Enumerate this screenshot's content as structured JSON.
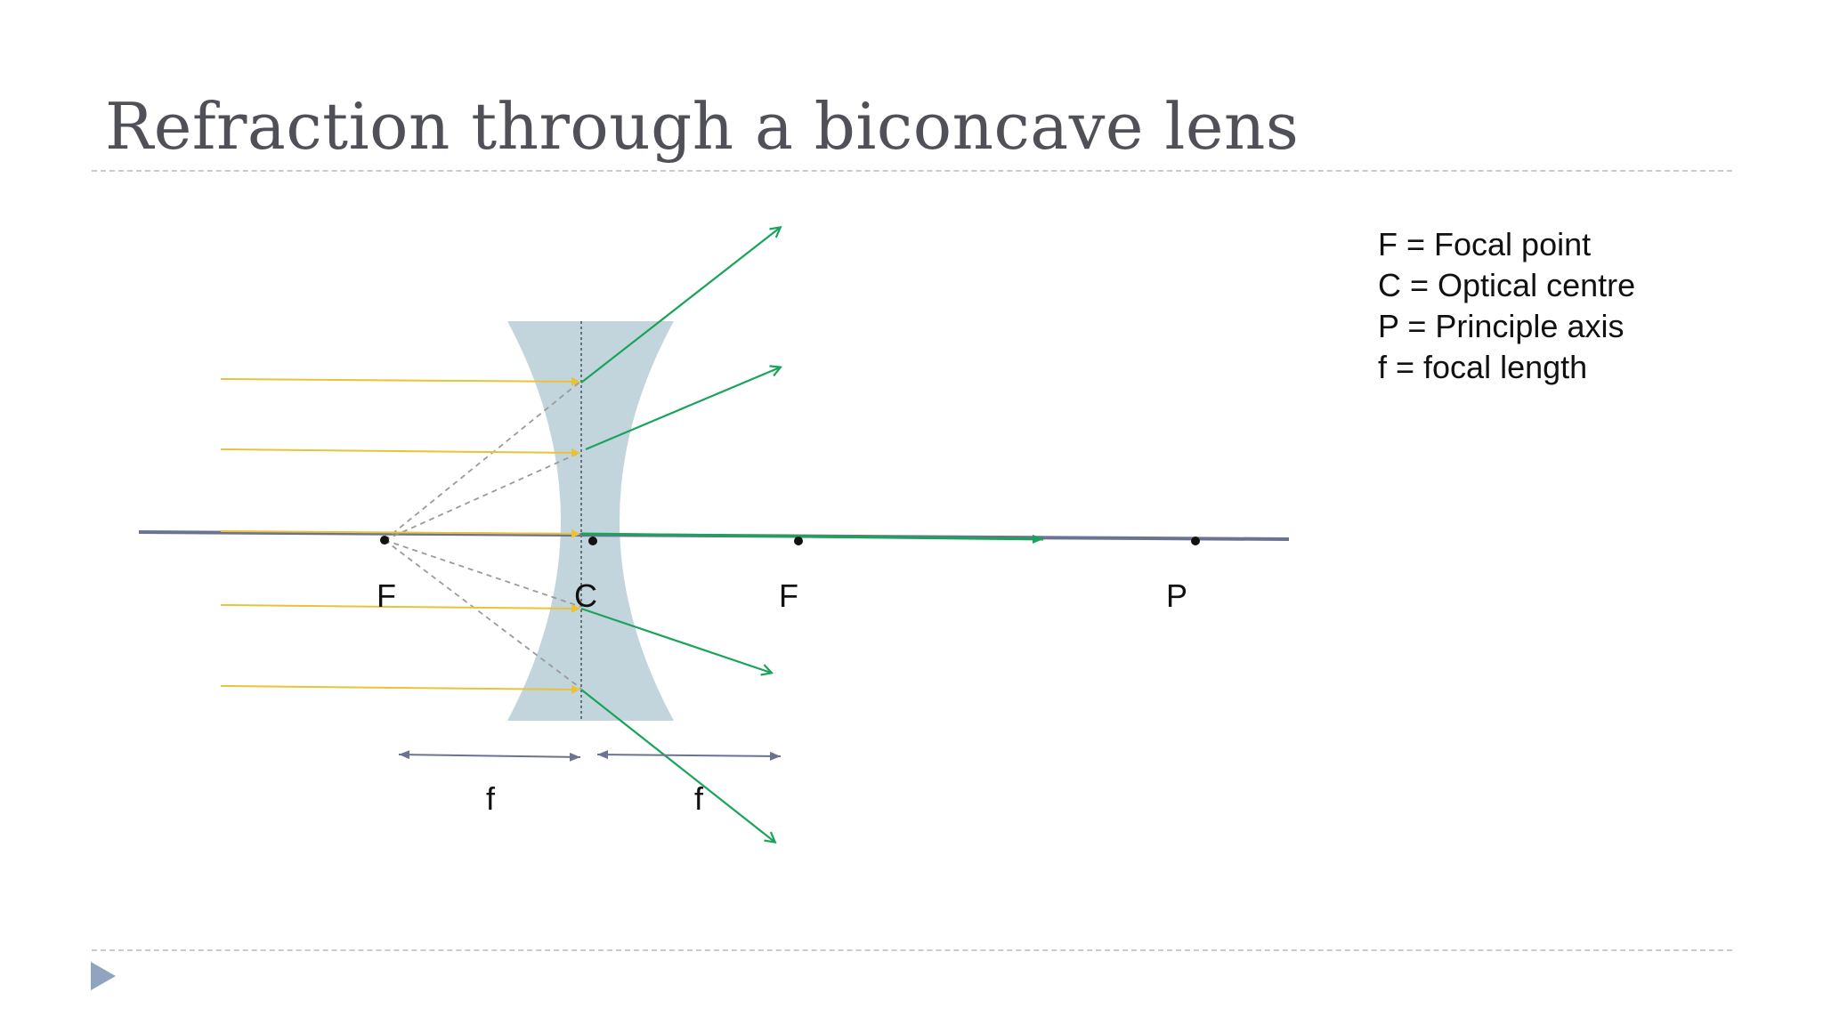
{
  "slide": {
    "title": "Refraction through a biconcave lens"
  },
  "legend": {
    "items": [
      "F = Focal point",
      "C = Optical centre",
      "P = Principle axis",
      "f = focal length"
    ]
  },
  "labels": {
    "focal_left": "F",
    "centre": "C",
    "focal_right": "F",
    "principal_axis": "P",
    "focal_length_left": "f",
    "focal_length_right": "f"
  },
  "colors": {
    "incident_ray": "#e8c23a",
    "refracted_ray": "#1aa35a",
    "lens": "#bfd3db",
    "axis": "#6c7390",
    "construction": "#9a9a9a",
    "title_text": "#505058",
    "rule": "#c7ccd2",
    "bullet": "#8ea4bf"
  },
  "icons": {
    "slide_bullet": "play-triangle-icon"
  }
}
